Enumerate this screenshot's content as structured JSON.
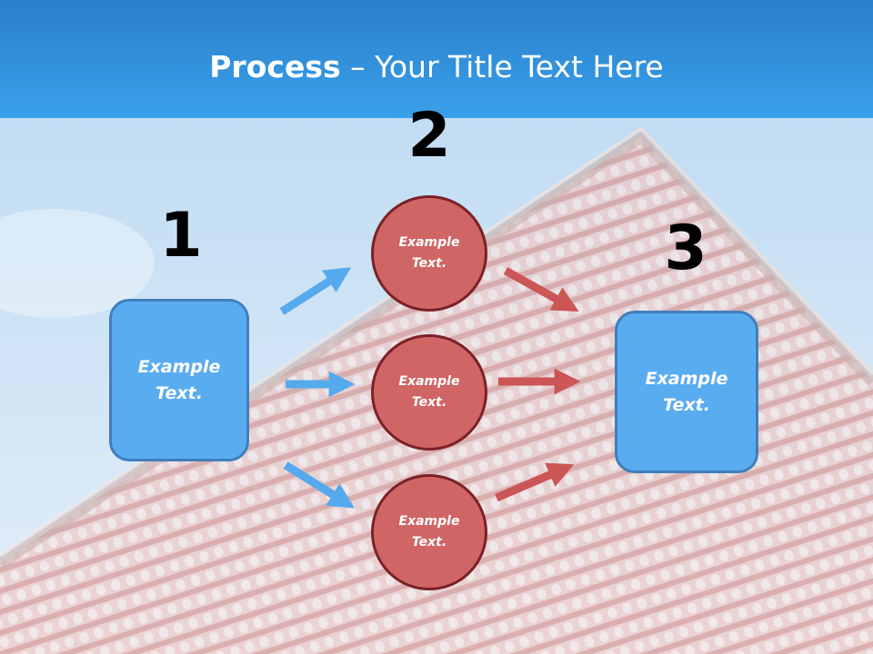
{
  "slide": {
    "title_strong": "Process",
    "title_rest": " – Your Title Text Here"
  },
  "steps": {
    "one": "1",
    "two": "2",
    "three": "3"
  },
  "left_box": {
    "text": "Example Text."
  },
  "middle_circles": [
    {
      "text": "Example Text."
    },
    {
      "text": "Example Text."
    },
    {
      "text": "Example Text."
    }
  ],
  "right_box": {
    "text": "Example Text."
  },
  "colors": {
    "header_blue": "#2d8fe0",
    "box_fill": "#5aacf0",
    "box_border": "#3f7fbd",
    "circle_fill": "#cf6565",
    "circle_border": "#7a2127",
    "blue_arrow": "#55aaee",
    "red_arrow": "#cc5555"
  }
}
